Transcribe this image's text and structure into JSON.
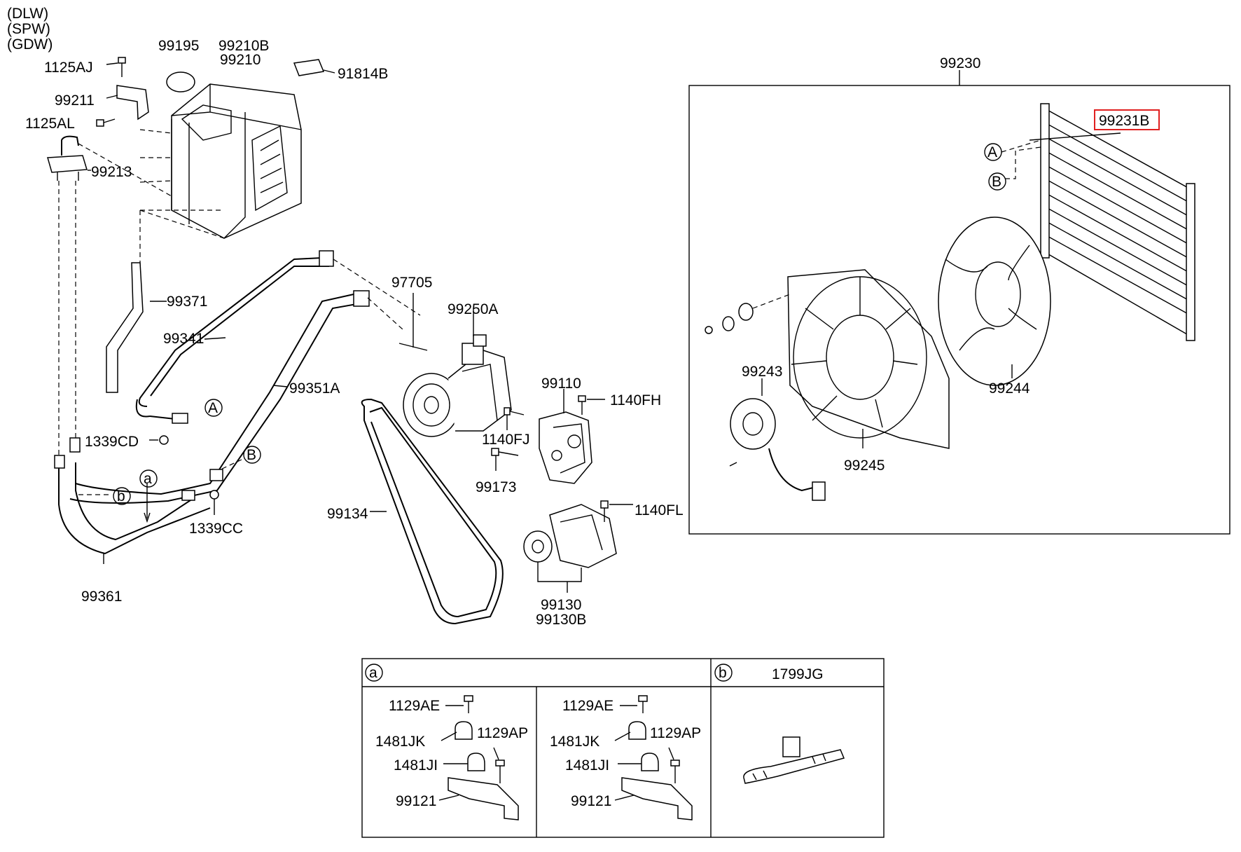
{
  "variants": [
    "(DLW)",
    "(SPW)",
    "(GDW)"
  ],
  "parts": {
    "p1125AJ": "1125AJ",
    "p99211": "99211",
    "p1125AL": "1125AL",
    "p99213": "99213",
    "p99195": "99195",
    "p99210B": "99210B",
    "p99210": "99210",
    "p91814B": "91814B",
    "p99371": "99371",
    "p99341": "99341",
    "p99351A": "99351A",
    "p1339CD": "1339CD",
    "p1339CC": "1339CC",
    "p99361": "99361",
    "p97705": "97705",
    "p99250A": "99250A",
    "p99110": "99110",
    "p1140FH": "1140FH",
    "p1140FJ": "1140FJ",
    "p99173": "99173",
    "p99134": "99134",
    "p1140FL": "1140FL",
    "p99130": "99130",
    "p99130B": "99130B",
    "p99230": "99230",
    "p99231B": "99231B",
    "p99243": "99243",
    "p99244": "99244",
    "p99245": "99245"
  },
  "callouts": {
    "A": "A",
    "B": "B",
    "a": "a",
    "b": "b"
  },
  "detail_table": {
    "a_marker": "a",
    "b_marker": "b",
    "b_title": "1799JG",
    "a_left": {
      "p1": "1129AE",
      "p2": "1481JK",
      "p3": "1129AP",
      "p4": "1481JI",
      "p5": "99121"
    },
    "a_right": {
      "p1": "1129AE",
      "p2": "1481JK",
      "p3": "1129AP",
      "p4": "1481JI",
      "p5": "99121"
    }
  }
}
